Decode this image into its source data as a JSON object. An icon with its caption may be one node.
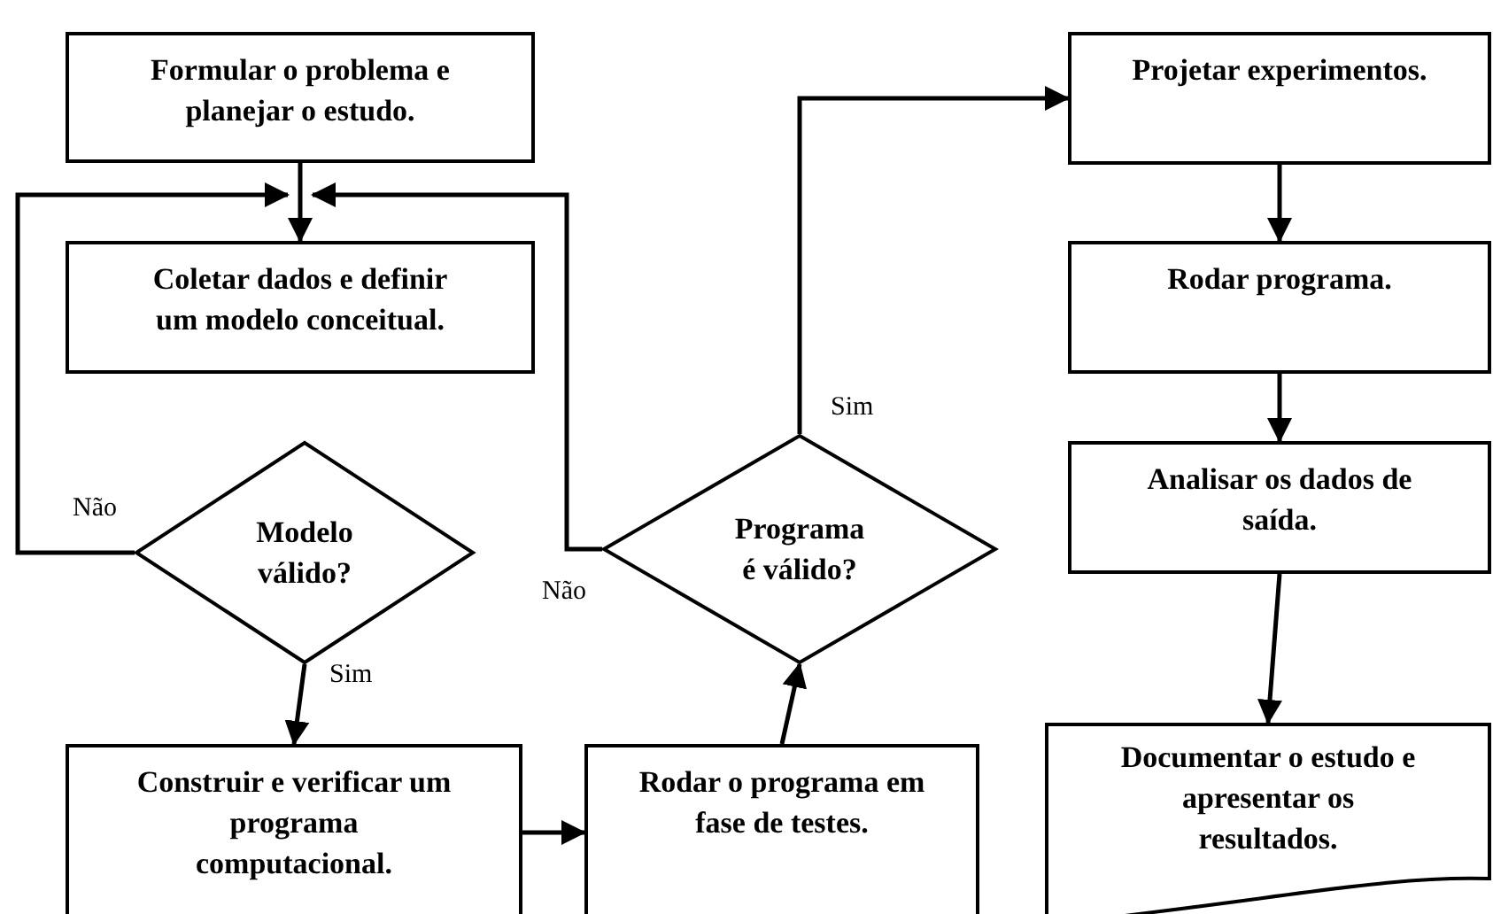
{
  "diagram": {
    "nodes": [
      {
        "text": [
          "Formular o problema e planejar o estudo."
        ]
      },
      {
        "text": [
          "Coletar dados e definir um modelo conceitual."
        ]
      },
      {
        "text": [
          "Modelo válido?"
        ]
      },
      {
        "text": [
          "Construir e verificar um programa computacional."
        ]
      },
      {
        "text": [
          "Rodar o programa em fase de testes."
        ]
      },
      {
        "text": [
          "Programa é válido?"
        ]
      },
      {
        "text": [
          "Projetar experimentos."
        ]
      },
      {
        "text": [
          "Rodar programa."
        ]
      },
      {
        "text": [
          "Analisar os dados de saída."
        ]
      },
      {
        "text": [
          "Documentar o estudo e apresentar os resultados."
        ]
      }
    ],
    "edges": [
      {
        "from": 0,
        "to": 1,
        "arrow": "to"
      },
      {
        "from": 2,
        "to": 1,
        "arrow": "to",
        "label": "Não"
      },
      {
        "from": 2,
        "to": 3,
        "arrow": "to",
        "label": "Sim"
      },
      {
        "from": 3,
        "to": 4,
        "arrow": "to"
      },
      {
        "from": 4,
        "to": 5,
        "arrow": "to"
      },
      {
        "from": 5,
        "to": 1,
        "arrow": "to",
        "label": "Não"
      },
      {
        "from": 5,
        "to": 6,
        "arrow": "to",
        "label": "Sim"
      },
      {
        "from": 6,
        "to": 7,
        "arrow": "to"
      },
      {
        "from": 7,
        "to": 8,
        "arrow": "to"
      },
      {
        "from": 8,
        "to": 9,
        "arrow": "to"
      }
    ]
  }
}
